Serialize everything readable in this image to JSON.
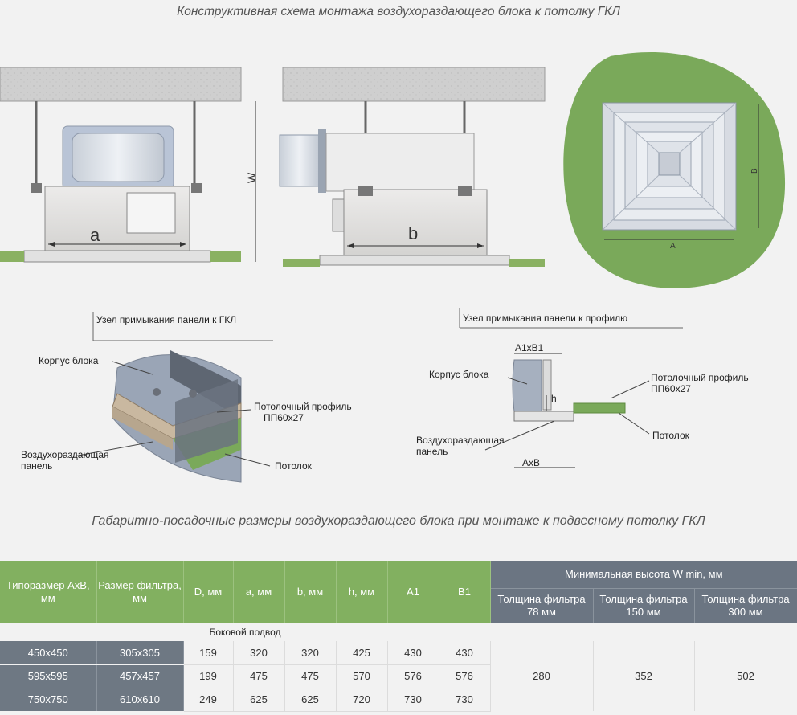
{
  "titles": {
    "top": "Конструктивная схема монтажа воздухораздающего блока к потолку ГКЛ",
    "table": "Габаритно-посадочные размеры воздухораздающего блока при монтаже к подвесному потолку ГКЛ"
  },
  "drawing_labels": {
    "a": "a",
    "b": "b",
    "W": "W",
    "A": "A",
    "B": "B"
  },
  "detail_left": {
    "title": "Узел примыкания панели к ГКЛ",
    "housing": "Корпус блока",
    "panel_line1": "Воздухораздающая",
    "panel_line2": "панель",
    "profile_line1": "Потолочный профиль",
    "profile_line2": "ПП60х27",
    "ceiling": "Потолок"
  },
  "detail_right": {
    "title": "Узел примыкания панели к профилю",
    "a1b1": "A1xB1",
    "housing": "Корпус блока",
    "h": "h",
    "panel_line1": "Воздухораздающая",
    "panel_line2": "панель",
    "axb": "AxB",
    "profile_line1": "Потолочный профиль",
    "profile_line2": "ПП60х27",
    "ceiling": "Потолок"
  },
  "table": {
    "headers": {
      "size": "Типоразмер АхВ, мм",
      "filter": "Размер фильтра, мм",
      "D": "D, мм",
      "a": "a, мм",
      "b": "b, мм",
      "h": "h, мм",
      "A1": "A1",
      "B1": "B1",
      "wmin": "Минимальная высота W min, мм",
      "f78": "Толщина фильтра 78 мм",
      "f150": "Толщина фильтра 150 мм",
      "f300": "Толщина фильтра 300 мм"
    },
    "section": "Боковой подвод",
    "rows": [
      {
        "size": "450х450",
        "filter": "305х305",
        "D": "159",
        "a": "320",
        "b": "320",
        "h": "425",
        "A1": "430",
        "B1": "430"
      },
      {
        "size": "595х595",
        "filter": "457х457",
        "D": "199",
        "a": "475",
        "b": "475",
        "h": "570",
        "A1": "576",
        "B1": "576"
      },
      {
        "size": "750х750",
        "filter": "610х610",
        "D": "249",
        "a": "625",
        "b": "625",
        "h": "720",
        "A1": "730",
        "B1": "730"
      }
    ],
    "wmin_values": {
      "f78": "280",
      "f150": "352",
      "f300": "502"
    }
  }
}
